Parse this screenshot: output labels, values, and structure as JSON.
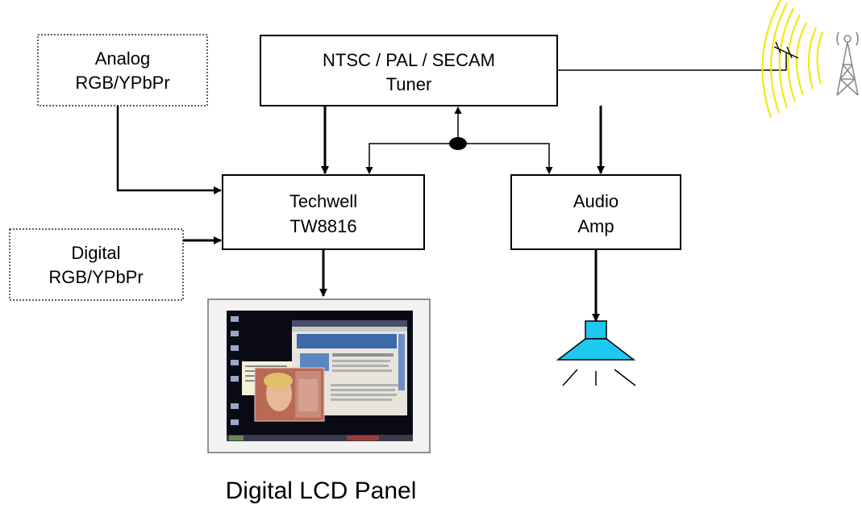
{
  "blocks": {
    "tuner": {
      "line1": "NTSC / PAL / SECAM",
      "line2": "Tuner"
    },
    "analog": {
      "line1": "Analog",
      "line2": "RGB/YPbPr"
    },
    "digital": {
      "line1": "Digital",
      "line2": "RGB/YPbPr"
    },
    "techwell": {
      "line1": "Techwell",
      "line2": "TW8816"
    },
    "audio": {
      "line1": "Audio",
      "line2": "Amp"
    }
  },
  "panel_caption": "Digital LCD Panel",
  "icons": {
    "antenna": "broadcast-tower-icon",
    "speaker": "speaker-icon",
    "lcd": "lcd-screenshot-image"
  },
  "colors": {
    "speaker": "#1ec8f0",
    "signal_waves": "#f5e600",
    "tower": "#8a8a8a"
  }
}
